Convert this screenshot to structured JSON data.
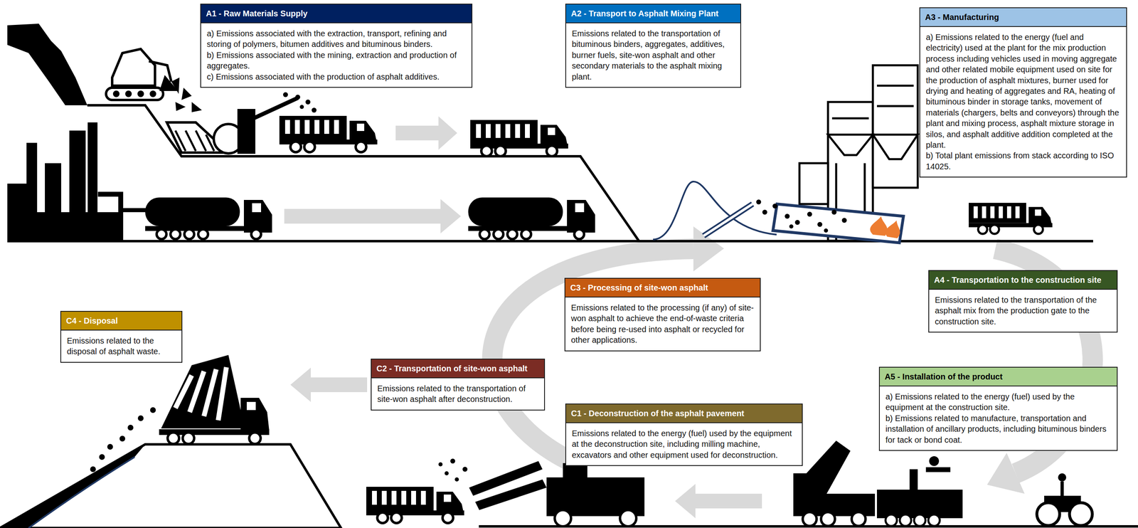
{
  "diagram": {
    "nodes": [
      {
        "text": [
          "A1 - Raw Materials Supply",
          "a) Emissions associated with the extraction, transport, refining and storing of polymers, bitumen additives and bituminous binders.",
          "b) Emissions associated with the mining, extraction and production of aggregates.",
          "c) Emissions associated with the production of asphalt additives."
        ]
      },
      {
        "text": [
          "A2 - Transport to Asphalt Mixing Plant",
          "Emissions related to the transportation of bituminous binders, aggregates, additives, burner fuels, site-won asphalt and other secondary materials to the asphalt mixing plant."
        ]
      },
      {
        "text": [
          "A3 - Manufacturing",
          "a) Emissions related to the energy (fuel and electricity) used at the plant for the mix production process including vehicles used in moving aggregate and other related mobile equipment used on site for the production of asphalt mixtures, burner used for drying and heating of aggregates and RA, heating of bituminous binder in storage tanks, movement of materials (chargers, belts and conveyors) through the plant and mixing process, asphalt mixture storage in silos, and asphalt additive addition completed at the plant.",
          "b) Total plant emissions from stack according to ISO 14025."
        ]
      },
      {
        "text": [
          "A4 - Transportation to the construction site",
          "Emissions related to the transportation of the asphalt mix from the production gate to the construction site."
        ]
      },
      {
        "text": [
          "A5 - Installation of the product",
          "a) Emissions related to the energy (fuel) used by the equipment at the construction site.",
          "b) Emissions related to manufacture, transportation and installation of ancillary products, including bituminous binders for tack or bond coat."
        ]
      },
      {
        "text": [
          "C1 - Deconstruction of the asphalt pavement",
          "Emissions related to the energy (fuel) used by the equipment at the deconstruction site, including milling machine, excavators and other equipment used for deconstruction."
        ]
      },
      {
        "text": [
          "C2 - Transportation of site-won asphalt",
          "Emissions related to the transportation of site-won asphalt after deconstruction."
        ]
      },
      {
        "text": [
          "C3 - Processing of site-won asphalt",
          "Emissions related to the processing (if any) of site-won asphalt to achieve the end-of-waste criteria before being re-used into asphalt or recycled for other applications."
        ]
      },
      {
        "text": [
          "C4 - Disposal",
          "Emissions related to the disposal of asphalt waste."
        ]
      }
    ]
  }
}
